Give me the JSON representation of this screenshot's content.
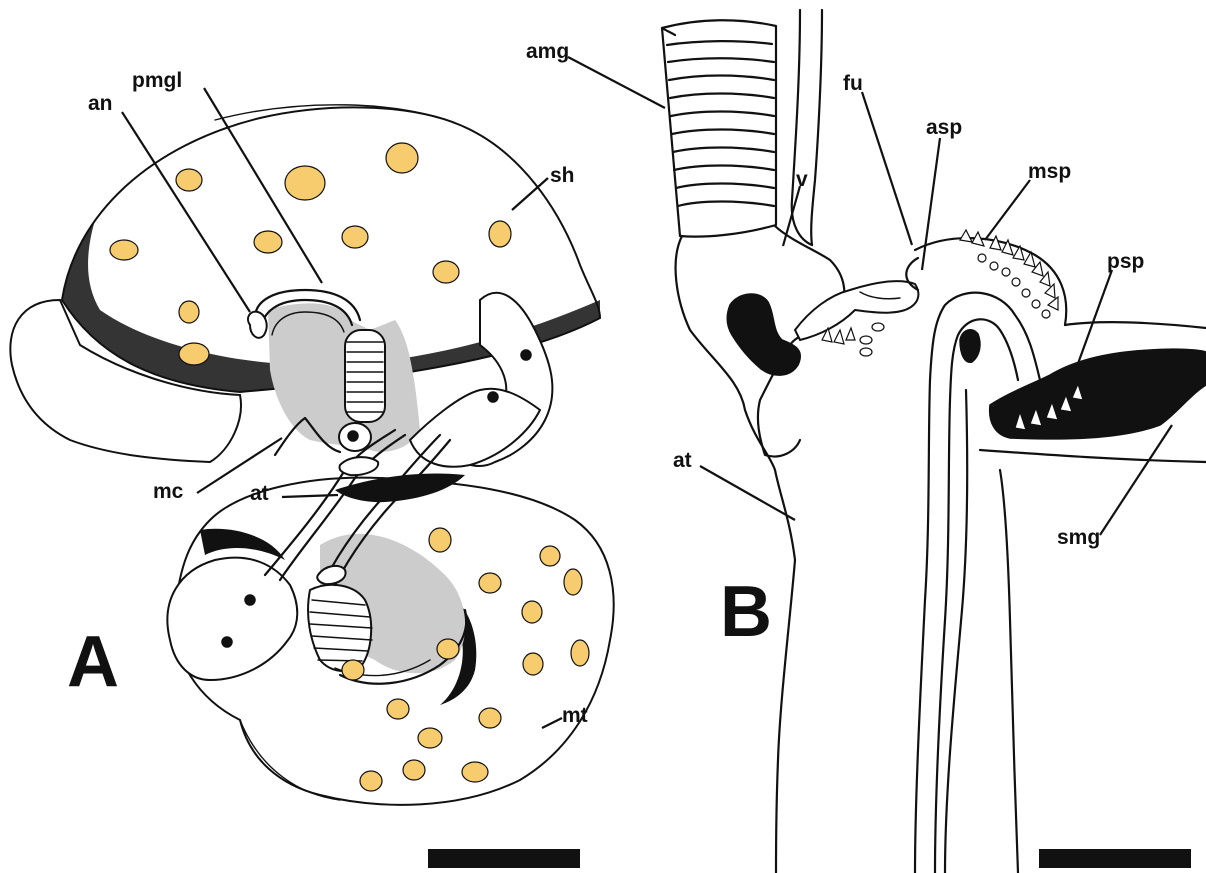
{
  "panels": {
    "A": {
      "panel_label": "A",
      "labels": {
        "an": "an",
        "pmgl": "pmgl",
        "sh": "sh",
        "mc": "mc",
        "at": "at",
        "mt": "mt"
      }
    },
    "B": {
      "panel_label": "B",
      "labels": {
        "amg": "amg",
        "fu": "fu",
        "asp": "asp",
        "msp": "msp",
        "v": "v",
        "psp": "psp",
        "at": "at",
        "smg": "smg"
      }
    }
  },
  "colors": {
    "spots": "#f6cc6e",
    "mantle_cavity": "#cccccc",
    "ink": "#111111"
  }
}
